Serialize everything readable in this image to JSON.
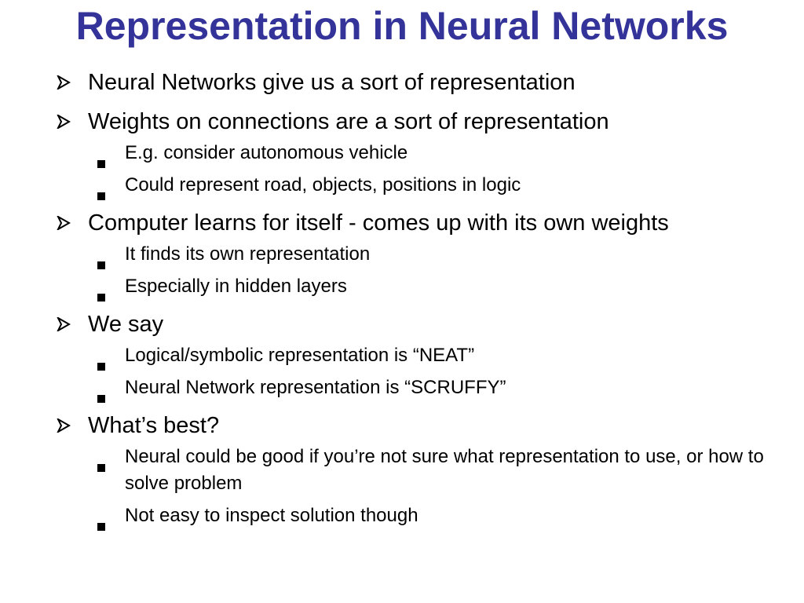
{
  "colors": {
    "title": "#333399",
    "text": "#000000",
    "background": "#ffffff",
    "bullet": "#000000"
  },
  "slide": {
    "title": "Representation in Neural Networks",
    "bullets": [
      {
        "icon": "arrowhead-bullet-icon",
        "text": "Neural Networks give us a sort of representation",
        "sub": []
      },
      {
        "icon": "arrowhead-bullet-icon",
        "text": "Weights on connections are a sort of representation",
        "sub": [
          {
            "icon": "square-bullet-icon",
            "text": "E.g. consider autonomous vehicle"
          },
          {
            "icon": "square-bullet-icon",
            "text": "Could represent road, objects, positions in logic"
          }
        ]
      },
      {
        "icon": "arrowhead-bullet-icon",
        "text": "Computer learns for itself - comes up with its own weights",
        "sub": [
          {
            "icon": "square-bullet-icon",
            "text": "It finds its own representation"
          },
          {
            "icon": "square-bullet-icon",
            "text": "Especially in hidden layers"
          }
        ]
      },
      {
        "icon": "arrowhead-bullet-icon",
        "text": "We say",
        "sub": [
          {
            "icon": "square-bullet-icon",
            "text": "Logical/symbolic representation is “NEAT”"
          },
          {
            "icon": "square-bullet-icon",
            "text": "Neural Network representation is “SCRUFFY”"
          }
        ]
      },
      {
        "icon": "arrowhead-bullet-icon",
        "text": "What’s best?",
        "sub": [
          {
            "icon": "square-bullet-icon",
            "text": "Neural could be good if you’re not sure what representation to use, or how to solve problem"
          },
          {
            "icon": "square-bullet-icon",
            "text": "Not easy to inspect solution though"
          }
        ]
      }
    ]
  }
}
